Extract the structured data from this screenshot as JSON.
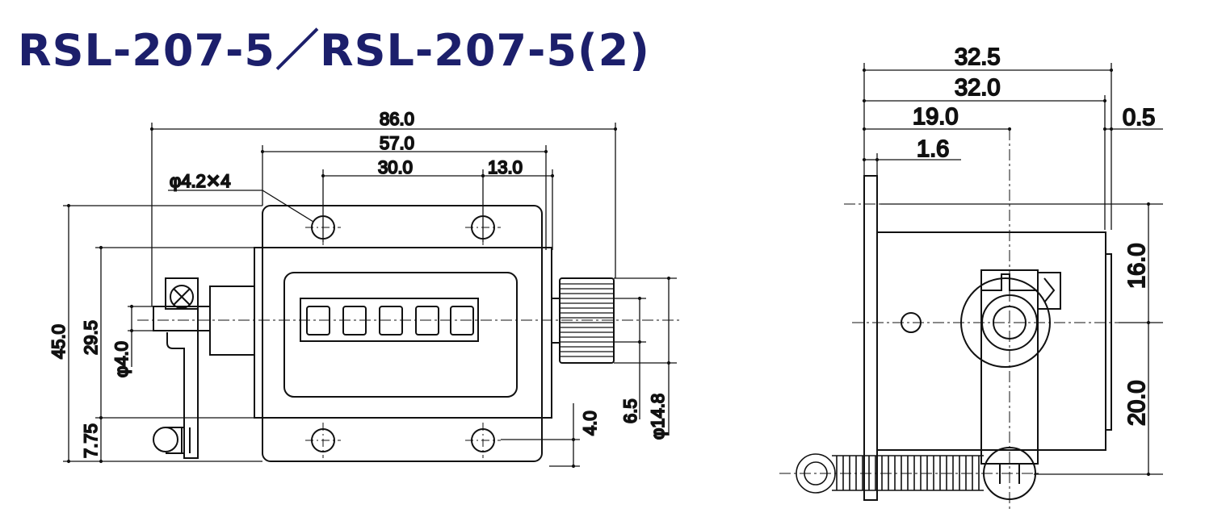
{
  "title": "RSL-207-5／RSL-207-5(2)",
  "colors": {
    "title": "#1c1f6b",
    "line": "#111111",
    "background": "#ffffff"
  },
  "front_view": {
    "dims": {
      "w86": "86.0",
      "w57": "57.0",
      "w30": "30.0",
      "w13": "13.0",
      "holes": "φ4.2✕4",
      "h45": "45.0",
      "h29_5": "29.5",
      "d4": "φ4.0",
      "h7_75": "7.75",
      "h4": "4.0",
      "h6_5": "6.5",
      "d14_8": "φ14.8"
    },
    "counter_digits": 5
  },
  "side_view": {
    "dims": {
      "w32_5": "32.5",
      "w32_0": "32.0",
      "w19": "19.0",
      "w0_5": "0.5",
      "w1_6": "1.6",
      "h16": "16.0",
      "h20": "20.0"
    }
  }
}
